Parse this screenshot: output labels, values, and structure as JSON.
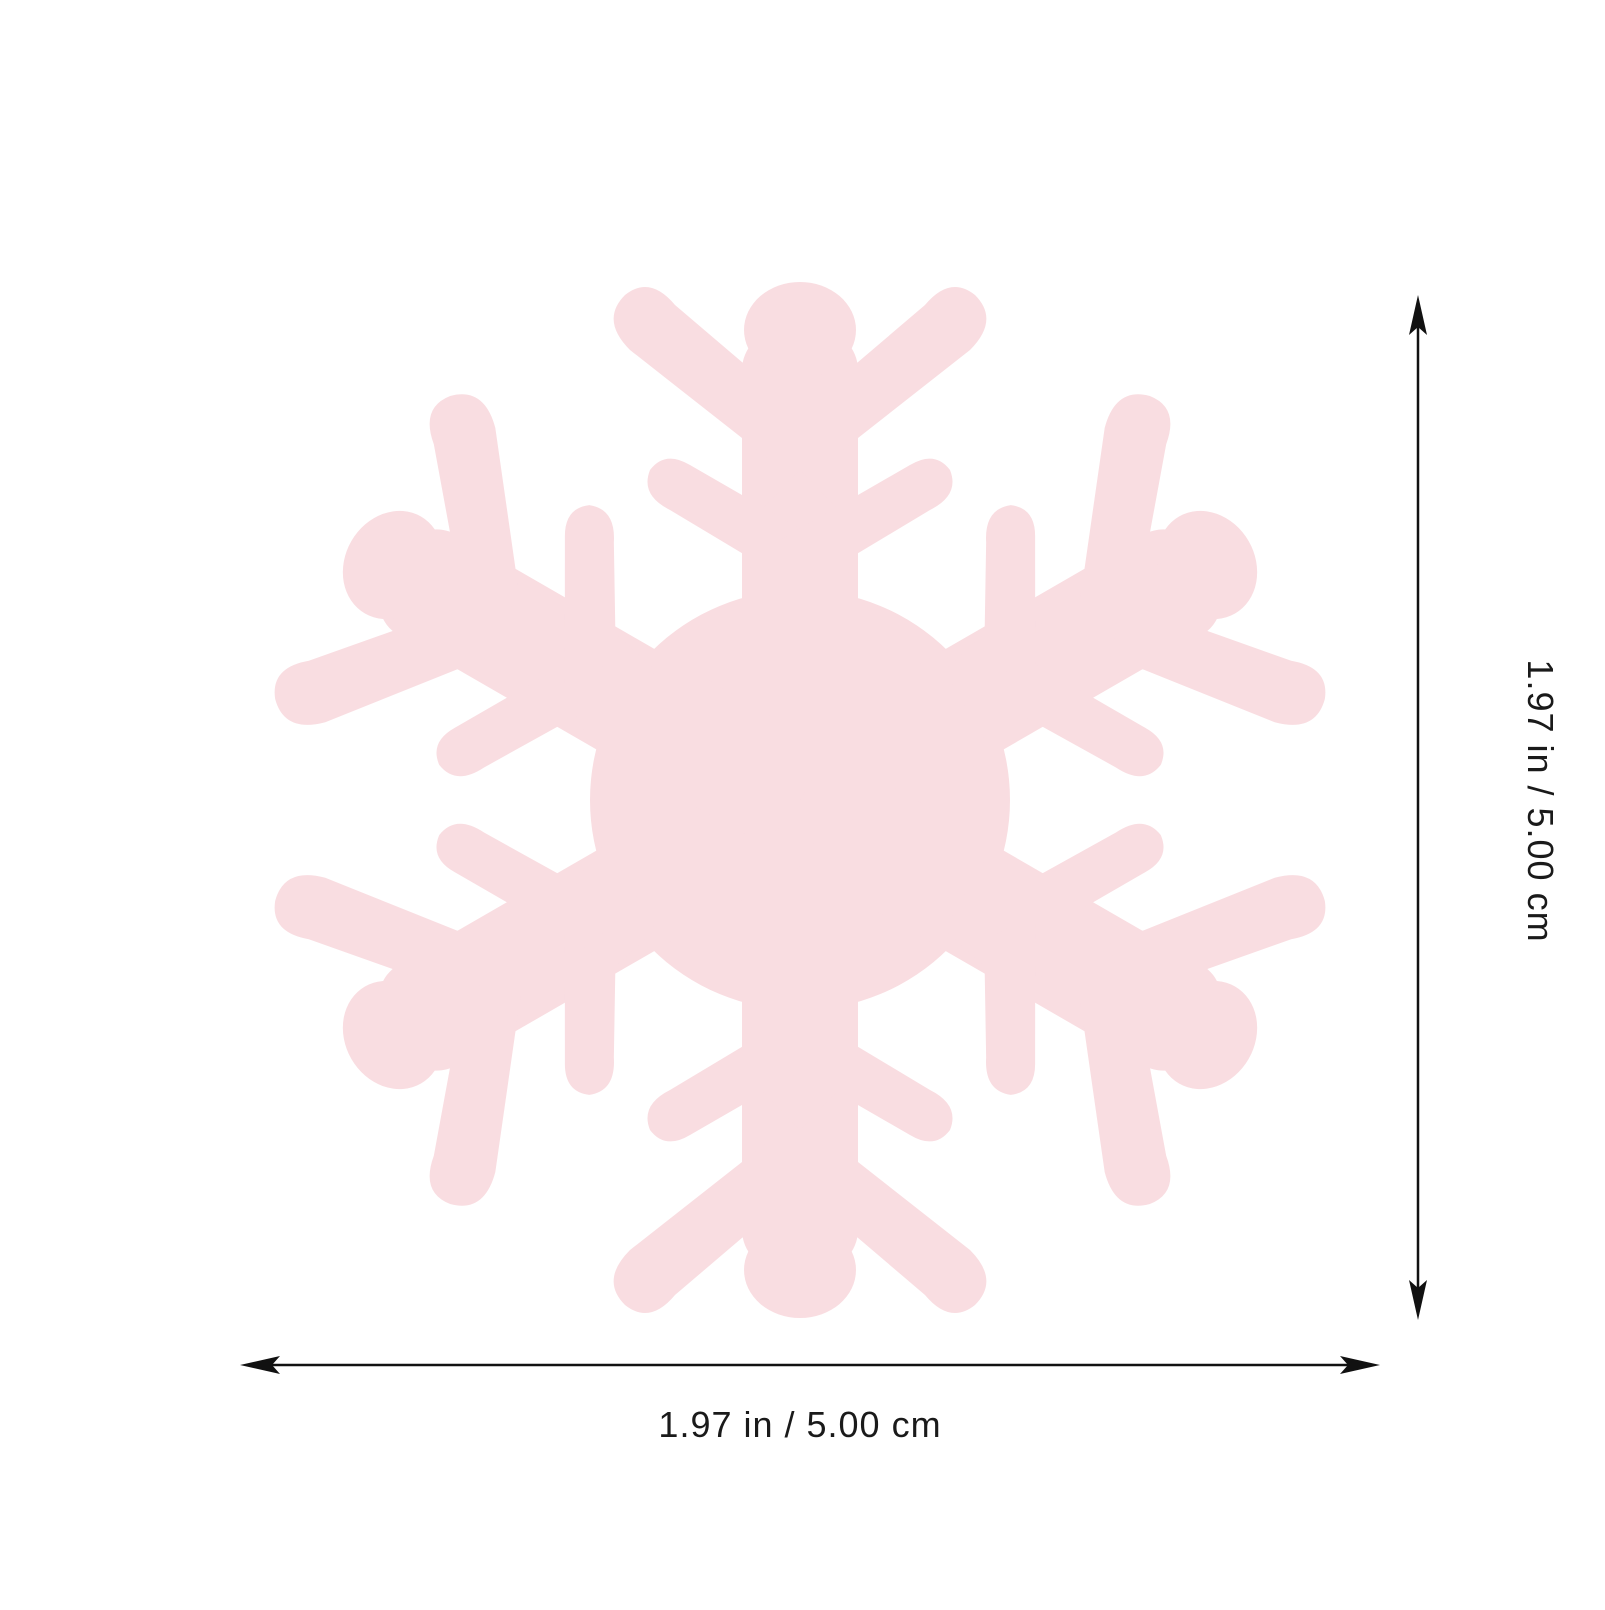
{
  "product": {
    "shape": "snowflake",
    "color": "#f9dde1"
  },
  "dimensions": {
    "width_label": "1.97 in / 5.00 cm",
    "height_label": "1.97 in / 5.00 cm"
  },
  "colors": {
    "line": "#111111",
    "text": "#1a1a1a",
    "background": "#ffffff"
  }
}
